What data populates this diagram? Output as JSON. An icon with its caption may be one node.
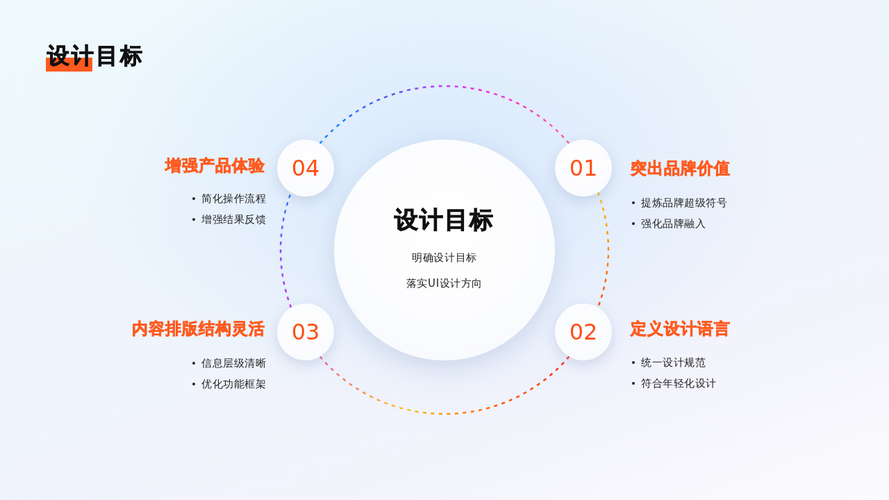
{
  "diagram": {
    "title": "设计目标",
    "nodes": [
      {
        "text": [
          "设计目标",
          "明确设计目标",
          "落实UI设计方向"
        ]
      },
      {
        "text": [
          "01"
        ],
        "beside": [
          "突出品牌价值",
          "提炼品牌超级符号",
          "强化品牌融入"
        ]
      },
      {
        "text": [
          "02"
        ],
        "beside": [
          "定义设计语言",
          "统一设计规范",
          "符合年轻化设计"
        ]
      },
      {
        "text": [
          "03"
        ],
        "beside": [
          "内容排版结构灵活",
          "信息层级清晰",
          "优化功能框架"
        ]
      },
      {
        "text": [
          "04"
        ],
        "beside": [
          "增强产品体验",
          "简化操作流程",
          "增强结果反馈"
        ]
      }
    ],
    "edges": [
      {
        "from": 1,
        "to": 2,
        "arrow": "none",
        "style": "dashed"
      },
      {
        "from": 2,
        "to": 3,
        "arrow": "none",
        "style": "dashed"
      },
      {
        "from": 3,
        "to": 4,
        "arrow": "none",
        "style": "dashed"
      },
      {
        "from": 4,
        "to": 1,
        "arrow": "none",
        "style": "dashed"
      }
    ]
  }
}
